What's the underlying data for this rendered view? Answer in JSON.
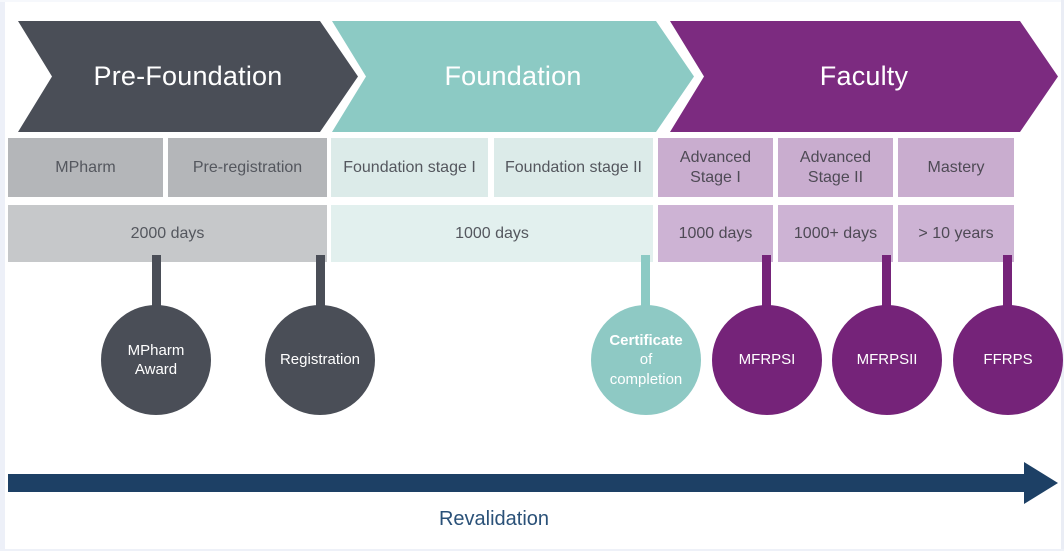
{
  "stages": [
    {
      "label": "Pre-Foundation",
      "color": "#4a4e57"
    },
    {
      "label": "Foundation",
      "color": "#8ccac4"
    },
    {
      "label": "Faculty",
      "color": "#7c2b80"
    }
  ],
  "substages": [
    "MPharm",
    "Pre-registration",
    "Foundation stage I",
    "Foundation stage II",
    "Advanced\nStage I",
    "Advanced\nStage II",
    "Mastery"
  ],
  "durations": [
    "2000 days",
    "1000 days",
    "1000 days",
    "1000+ days",
    "> 10 years"
  ],
  "milestones": [
    {
      "name": "mpharm-award",
      "lines": [
        "MPharm",
        "Award"
      ],
      "color": "#4a4e57"
    },
    {
      "name": "registration",
      "lines": [
        "Registration"
      ],
      "color": "#4a4e57"
    },
    {
      "name": "certificate-of-completion",
      "lines": [
        "Certificate",
        "of",
        "completion"
      ],
      "color": "#8ec9c4"
    },
    {
      "name": "mfrpsi",
      "lines": [
        "MFRPSI"
      ],
      "color": "#752379"
    },
    {
      "name": "mfrpsii",
      "lines": [
        "MFRPSII"
      ],
      "color": "#752379"
    },
    {
      "name": "ffrps",
      "lines": [
        "FFRPS"
      ],
      "color": "#752379"
    }
  ],
  "timeline": {
    "label": "Revalidation",
    "color": "#1d4065"
  }
}
